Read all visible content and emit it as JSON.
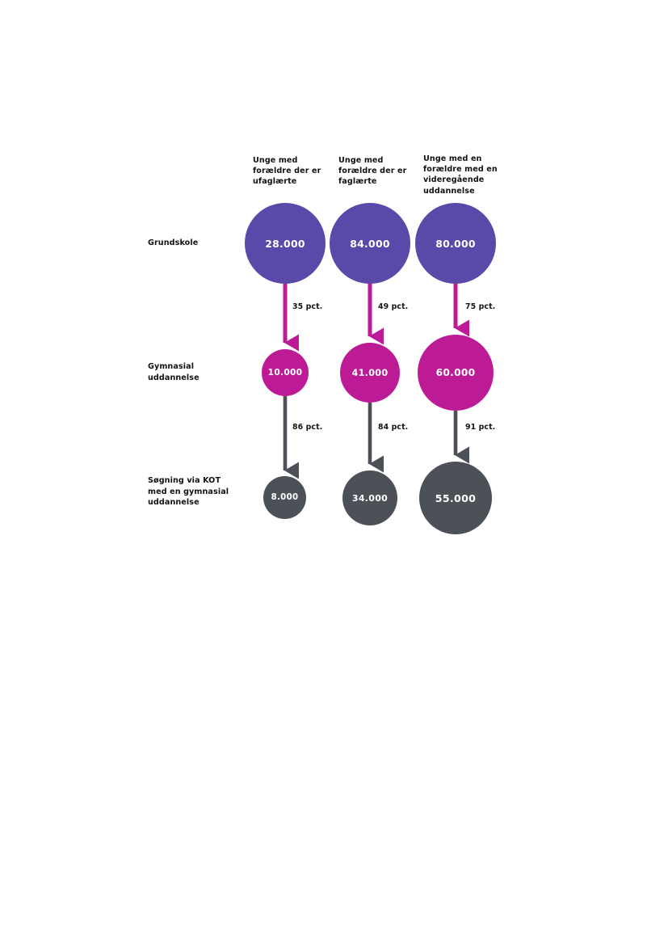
{
  "colors": {
    "purple": "#5a49a8",
    "magenta": "#bd1b96",
    "gray": "#4c5057",
    "text": "#111111",
    "background": "#ffffff"
  },
  "columns": [
    {
      "id": "ufaglaerte",
      "header": "Unge med\nforældre der er\nufaglærte"
    },
    {
      "id": "faglaerte",
      "header": "Unge med\nforældre der er\nfaglærte"
    },
    {
      "id": "videregaaende",
      "header": "Unge med en\nforældre med en\nvideregående\nuddannelse"
    }
  ],
  "rows": [
    {
      "id": "grundskole",
      "label": "Grundskole"
    },
    {
      "id": "gymnasial",
      "label": "Gymnasial\nuddannelse"
    },
    {
      "id": "kot",
      "label": "Søgning via KOT\nmed en gymnasial\nuddannelse"
    }
  ],
  "chart_data": {
    "type": "diagram",
    "title": "",
    "subtitle": "",
    "xlabel": "",
    "ylabel": "",
    "categories": [
      "Unge med forældre der er ufaglærte",
      "Unge med forældre der er faglærte",
      "Unge med en forældre med en videregående uddannelse"
    ],
    "stages": [
      "Grundskole",
      "Gymnasial uddannelse",
      "Søgning via KOT med en gymnasial uddannelse"
    ],
    "series": [
      {
        "name": "Grundskole",
        "values": [
          28000,
          84000,
          80000
        ],
        "labels": [
          "28.000",
          "84.000",
          "80.000"
        ],
        "color": "#5a49a8"
      },
      {
        "name": "Gymnasial uddannelse",
        "values": [
          10000,
          41000,
          60000
        ],
        "labels": [
          "10.000",
          "41.000",
          "60.000"
        ],
        "color": "#bd1b96"
      },
      {
        "name": "Søgning via KOT med en gymnasial uddannelse",
        "values": [
          8000,
          34000,
          55000
        ],
        "labels": [
          "8.000",
          "34.000",
          "55.000"
        ],
        "color": "#4c5057"
      }
    ],
    "transitions": [
      {
        "from": "Grundskole",
        "to": "Gymnasial uddannelse",
        "color": "#bd1b96",
        "values": [
          35,
          49,
          75
        ],
        "labels": [
          "35 pct.",
          "49 pct.",
          "75 pct."
        ]
      },
      {
        "from": "Gymnasial uddannelse",
        "to": "Søgning via KOT med en gymnasial uddannelse",
        "color": "#4c5057",
        "values": [
          86,
          84,
          91
        ],
        "labels": [
          "86 pct.",
          "84 pct.",
          "91 pct."
        ]
      }
    ],
    "legend": [],
    "grid": false
  },
  "nodes": {
    "grundskole": [
      "28.000",
      "84.000",
      "80.000"
    ],
    "gymnasial": [
      "10.000",
      "41.000",
      "60.000"
    ],
    "kot": [
      "8.000",
      "34.000",
      "55.000"
    ]
  },
  "arrows": {
    "top": [
      "35 pct.",
      "49 pct.",
      "75 pct."
    ],
    "bottom": [
      "86 pct.",
      "84 pct.",
      "91 pct."
    ]
  }
}
